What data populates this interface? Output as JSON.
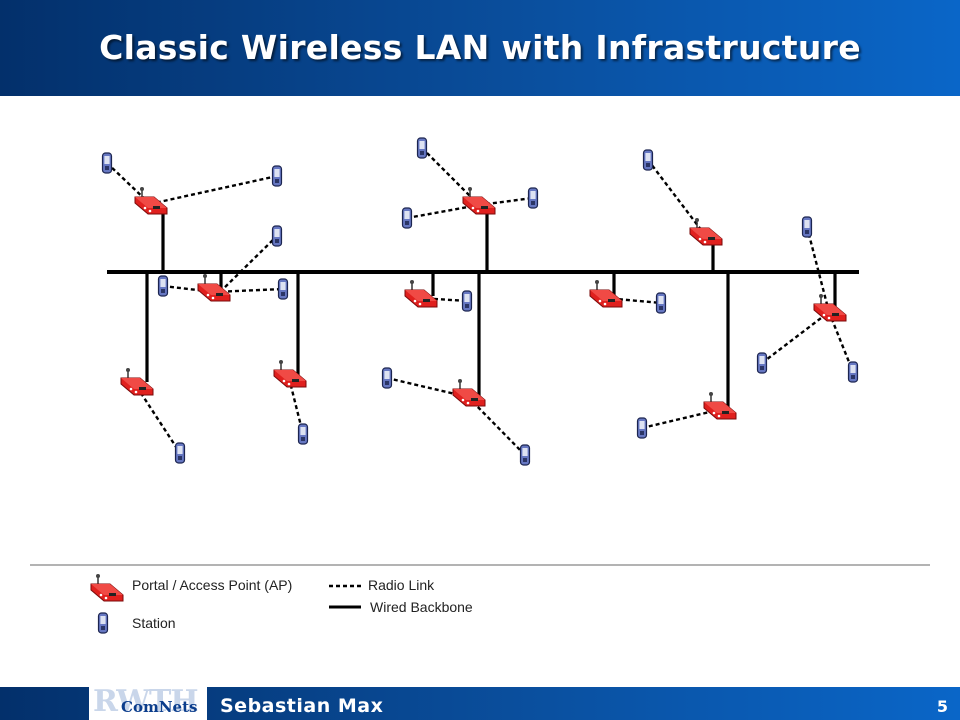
{
  "slide": {
    "title": "Classic Wireless LAN with Infrastructure",
    "author": "Sebastian Max",
    "page_number": "5"
  },
  "logo": {
    "text_top": "RWTH",
    "text_bottom": "ComNets"
  },
  "legend": {
    "access_point": "Portal / Access Point (AP)",
    "station": "Station",
    "radio_link": "Radio Link",
    "wired_backbone": "Wired Backbone"
  },
  "colors": {
    "header_blue": "#0a4f9e",
    "access_point_red": "#e0201e",
    "station_blue": "#6677c2",
    "backbone": "#000000"
  }
}
